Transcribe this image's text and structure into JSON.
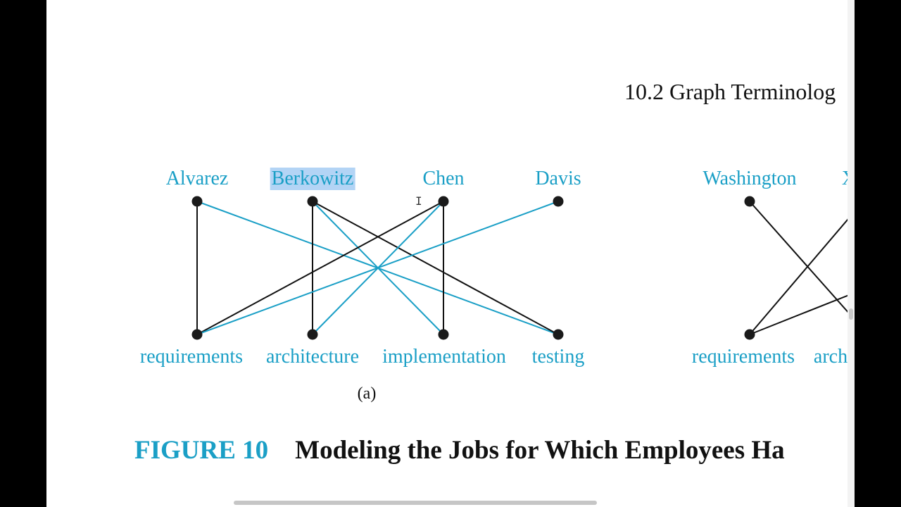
{
  "header": {
    "section": "10.2 Graph Terminolog"
  },
  "graph_a": {
    "employees": [
      "Alvarez",
      "Berkowitz",
      "Chen",
      "Davis"
    ],
    "selected_employee": "Berkowitz",
    "jobs": [
      "requirements",
      "architecture",
      "implementation",
      "testing"
    ],
    "edges": [
      {
        "from": 0,
        "to": 0,
        "color": "black"
      },
      {
        "from": 0,
        "to": 3,
        "color": "blue"
      },
      {
        "from": 1,
        "to": 1,
        "color": "black"
      },
      {
        "from": 1,
        "to": 2,
        "color": "blue"
      },
      {
        "from": 1,
        "to": 3,
        "color": "black"
      },
      {
        "from": 2,
        "to": 0,
        "color": "black"
      },
      {
        "from": 2,
        "to": 1,
        "color": "blue"
      },
      {
        "from": 2,
        "to": 2,
        "color": "black"
      },
      {
        "from": 3,
        "to": 0,
        "color": "blue"
      }
    ],
    "sublabel": "(a)"
  },
  "graph_b": {
    "employees": [
      "Washington",
      "X"
    ],
    "jobs": [
      "requirements",
      "arch"
    ]
  },
  "caption": {
    "figure_number": "FIGURE 10",
    "title": "Modeling the Jobs for Which Employees Ha"
  },
  "colors": {
    "accent": "#1a9fc6",
    "edge_black": "#111111",
    "edge_blue": "#1a9fc6",
    "node": "#1a1a1a"
  }
}
